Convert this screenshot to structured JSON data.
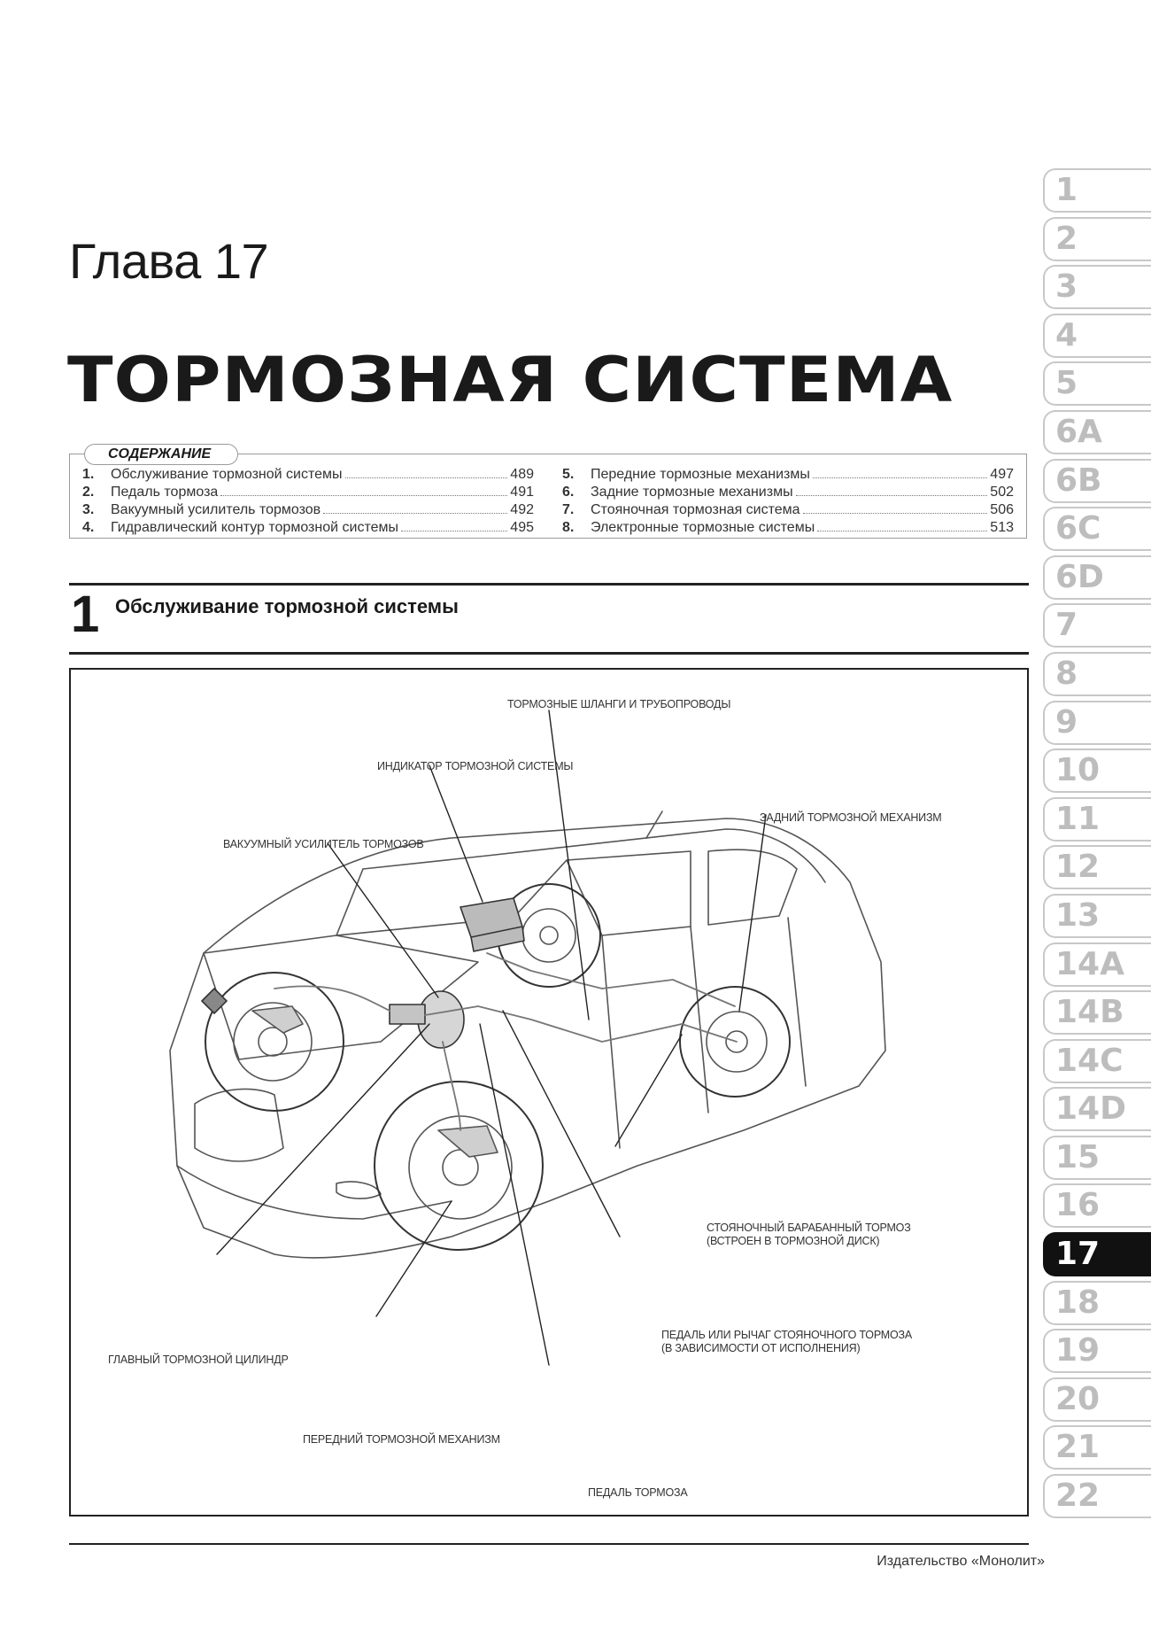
{
  "chapter": "Глава 17",
  "title": "ТОРМОЗНАЯ СИСТЕМА",
  "toc": {
    "label": "СОДЕРЖАНИЕ",
    "left": [
      {
        "num": "1.",
        "text": "Обслуживание тормозной системы",
        "page": "489"
      },
      {
        "num": "2.",
        "text": "Педаль тормоза",
        "page": "491"
      },
      {
        "num": "3.",
        "text": "Вакуумный усилитель тормозов",
        "page": "492"
      },
      {
        "num": "4.",
        "text": "Гидравлический контур тормозной системы",
        "page": "495"
      }
    ],
    "right": [
      {
        "num": "5.",
        "text": "Передние тормозные механизмы",
        "page": "497"
      },
      {
        "num": "6.",
        "text": "Задние тормозные механизмы",
        "page": "502"
      },
      {
        "num": "7.",
        "text": "Стояночная тормозная система",
        "page": "506"
      },
      {
        "num": "8.",
        "text": "Электронные тормозные системы",
        "page": "513"
      }
    ]
  },
  "section": {
    "number": "1",
    "title": "Обслуживание тормозной системы"
  },
  "figure": {
    "callouts": {
      "hoses": "ТОРМОЗНЫЕ ШЛАНГИ И ТРУБОПРОВОДЫ",
      "indicator": "ИНДИКАТОР ТОРМОЗНОЙ СИСТЕМЫ",
      "booster": "ВАКУУМНЫЙ УСИЛИТЕЛЬ ТОРМОЗОВ",
      "rear_brake": "ЗАДНИЙ ТОРМОЗНОЙ МЕХАНИЗМ",
      "drum_line1": "СТОЯНОЧНЫЙ БАРАБАННЫЙ ТОРМОЗ",
      "drum_line2": "(ВСТРОЕН В ТОРМОЗНОЙ ДИСК)",
      "lever_line1": "ПЕДАЛЬ ИЛИ РЫЧАГ СТОЯНОЧНОГО ТОРМОЗА",
      "lever_line2": "(В ЗАВИСИМОСТИ ОТ ИСПОЛНЕНИЯ)",
      "master": "ГЛАВНЫЙ ТОРМОЗНОЙ ЦИЛИНДР",
      "front_brake": "ПЕРЕДНИЙ ТОРМОЗНОЙ МЕХАНИЗМ",
      "pedal": "ПЕДАЛЬ ТОРМОЗА"
    }
  },
  "tabs": [
    "1",
    "2",
    "3",
    "4",
    "5",
    "6A",
    "6B",
    "6C",
    "6D",
    "7",
    "8",
    "9",
    "10",
    "11",
    "12",
    "13",
    "14A",
    "14B",
    "14C",
    "14D",
    "15",
    "16",
    "17",
    "18",
    "19",
    "20",
    "21",
    "22"
  ],
  "active_tab": "17",
  "footer": "Издательство «Монолит»"
}
